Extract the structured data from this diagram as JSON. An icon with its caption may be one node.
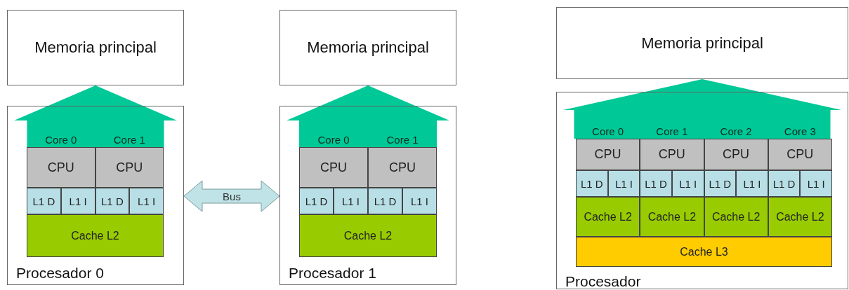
{
  "diagram": {
    "nodes": [
      {
        "text": [
          "Memoria principal"
        ]
      },
      {
        "text": [
          "Procesador 0"
        ]
      },
      {
        "text": [
          "Core 0",
          "CPU"
        ],
        "in": 1
      },
      {
        "text": [
          "Core 1",
          "CPU"
        ],
        "in": 1
      },
      {
        "text": [
          "L1 D"
        ],
        "in": 1
      },
      {
        "text": [
          "L1 I"
        ],
        "in": 1
      },
      {
        "text": [
          "L1 D"
        ],
        "in": 1
      },
      {
        "text": [
          "L1 I"
        ],
        "in": 1
      },
      {
        "text": [
          "Cache L2"
        ],
        "in": 1
      },
      {
        "text": [
          "Memoria principal"
        ]
      },
      {
        "text": [
          "Procesador 1"
        ]
      },
      {
        "text": [
          "Core 0",
          "CPU"
        ],
        "in": 10
      },
      {
        "text": [
          "Core 1",
          "CPU"
        ],
        "in": 10
      },
      {
        "text": [
          "L1 D"
        ],
        "in": 10
      },
      {
        "text": [
          "L1 I"
        ],
        "in": 10
      },
      {
        "text": [
          "L1 D"
        ],
        "in": 10
      },
      {
        "text": [
          "L1 I"
        ],
        "in": 10
      },
      {
        "text": [
          "Cache L2"
        ],
        "in": 10
      },
      {
        "text": [
          "Memoria principal"
        ]
      },
      {
        "text": [
          "Procesador"
        ]
      },
      {
        "text": [
          "Core 0",
          "CPU"
        ],
        "in": 19
      },
      {
        "text": [
          "Core 1",
          "CPU"
        ],
        "in": 19
      },
      {
        "text": [
          "Core 2",
          "CPU"
        ],
        "in": 19
      },
      {
        "text": [
          "Core 3",
          "CPU"
        ],
        "in": 19
      },
      {
        "text": [
          "L1 D"
        ],
        "in": 19
      },
      {
        "text": [
          "L1 I"
        ],
        "in": 19
      },
      {
        "text": [
          "L1 D"
        ],
        "in": 19
      },
      {
        "text": [
          "L1 I"
        ],
        "in": 19
      },
      {
        "text": [
          "L1 D"
        ],
        "in": 19
      },
      {
        "text": [
          "L1 I"
        ],
        "in": 19
      },
      {
        "text": [
          "L1 D"
        ],
        "in": 19
      },
      {
        "text": [
          "L1 I"
        ],
        "in": 19
      },
      {
        "text": [
          "Cache L2"
        ],
        "in": 19
      },
      {
        "text": [
          "Cache L2"
        ],
        "in": 19
      },
      {
        "text": [
          "Cache L2"
        ],
        "in": 19
      },
      {
        "text": [
          "Cache L2"
        ],
        "in": 19
      },
      {
        "text": [
          "Cache L3"
        ],
        "in": 19
      }
    ],
    "edges": [
      {
        "from": 1,
        "to": 0,
        "arrow": "to",
        "style": "thick"
      },
      {
        "from": 1,
        "to": 10,
        "arrow": "both",
        "style": "thick",
        "label": "Bus",
        "color": "#bfe3e6"
      },
      {
        "from": 10,
        "to": 9,
        "arrow": "to",
        "style": "thick"
      },
      {
        "from": 19,
        "to": 18,
        "arrow": "to",
        "style": "thick"
      }
    ]
  }
}
